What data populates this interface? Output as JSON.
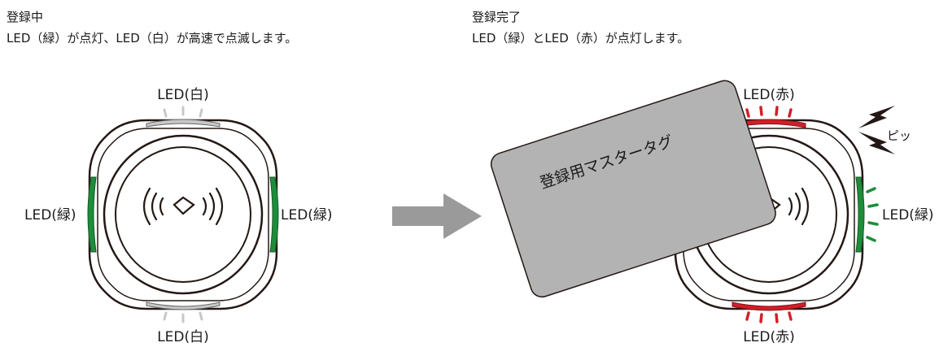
{
  "left_panel": {
    "title": "登録中",
    "description": "LED（緑）が点灯、LED（白）が高速で点滅します。",
    "labels": {
      "top": "LED(白)",
      "bottom": "LED(白)",
      "left": "LED(緑)",
      "right": "LED(緑)"
    }
  },
  "right_panel": {
    "title": "登録完了",
    "description": "LED（緑）とLED（赤）が点灯します。",
    "labels": {
      "top": "LED(赤)",
      "bottom": "LED(赤)",
      "right": "LED(緑)"
    },
    "card_label": "登録用マスタータグ",
    "beep_text": "ピッ"
  },
  "colors": {
    "green": "#1e8c3a",
    "red": "#d0202a",
    "white_led": "#c8c8c8",
    "card": "#b3b3b3",
    "arrow": "#9a9a9a",
    "stroke": "#231815"
  }
}
